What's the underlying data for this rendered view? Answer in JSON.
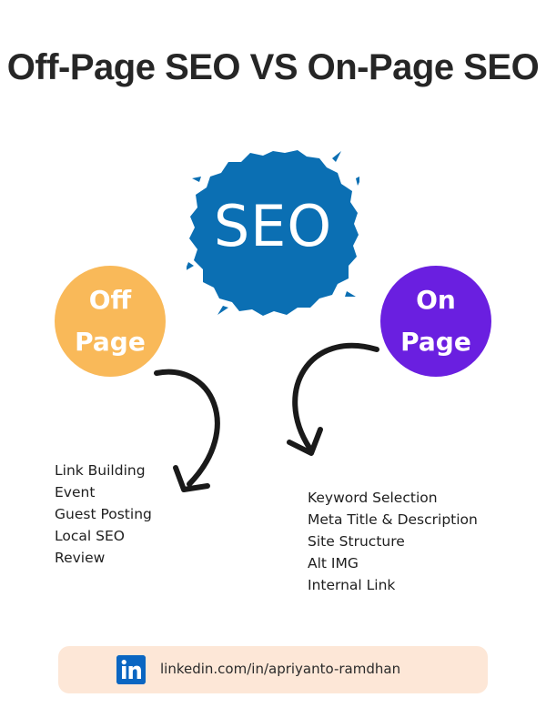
{
  "title": "Off-Page SEO VS On-Page SEO",
  "center_label": "SEO",
  "off_page": {
    "label_line1": "Off",
    "label_line2": "Page",
    "items": [
      "Link Building",
      "Event",
      "Guest Posting",
      "Local SEO",
      "Review"
    ]
  },
  "on_page": {
    "label_line1": "On",
    "label_line2": "Page",
    "items": [
      "Keyword Selection",
      "Meta Title & Description",
      "Site Structure",
      "Alt IMG",
      "Internal Link"
    ]
  },
  "footer": {
    "icon": "linkedin-icon",
    "text": "linkedin.com/in/apriyanto-ramdhan"
  },
  "colors": {
    "seo_blue": "#0b6fb3",
    "off_orange": "#f9b959",
    "on_purple": "#6a1fe0",
    "footer_bg": "#fde7d7",
    "linkedin_blue": "#0a66c2"
  }
}
